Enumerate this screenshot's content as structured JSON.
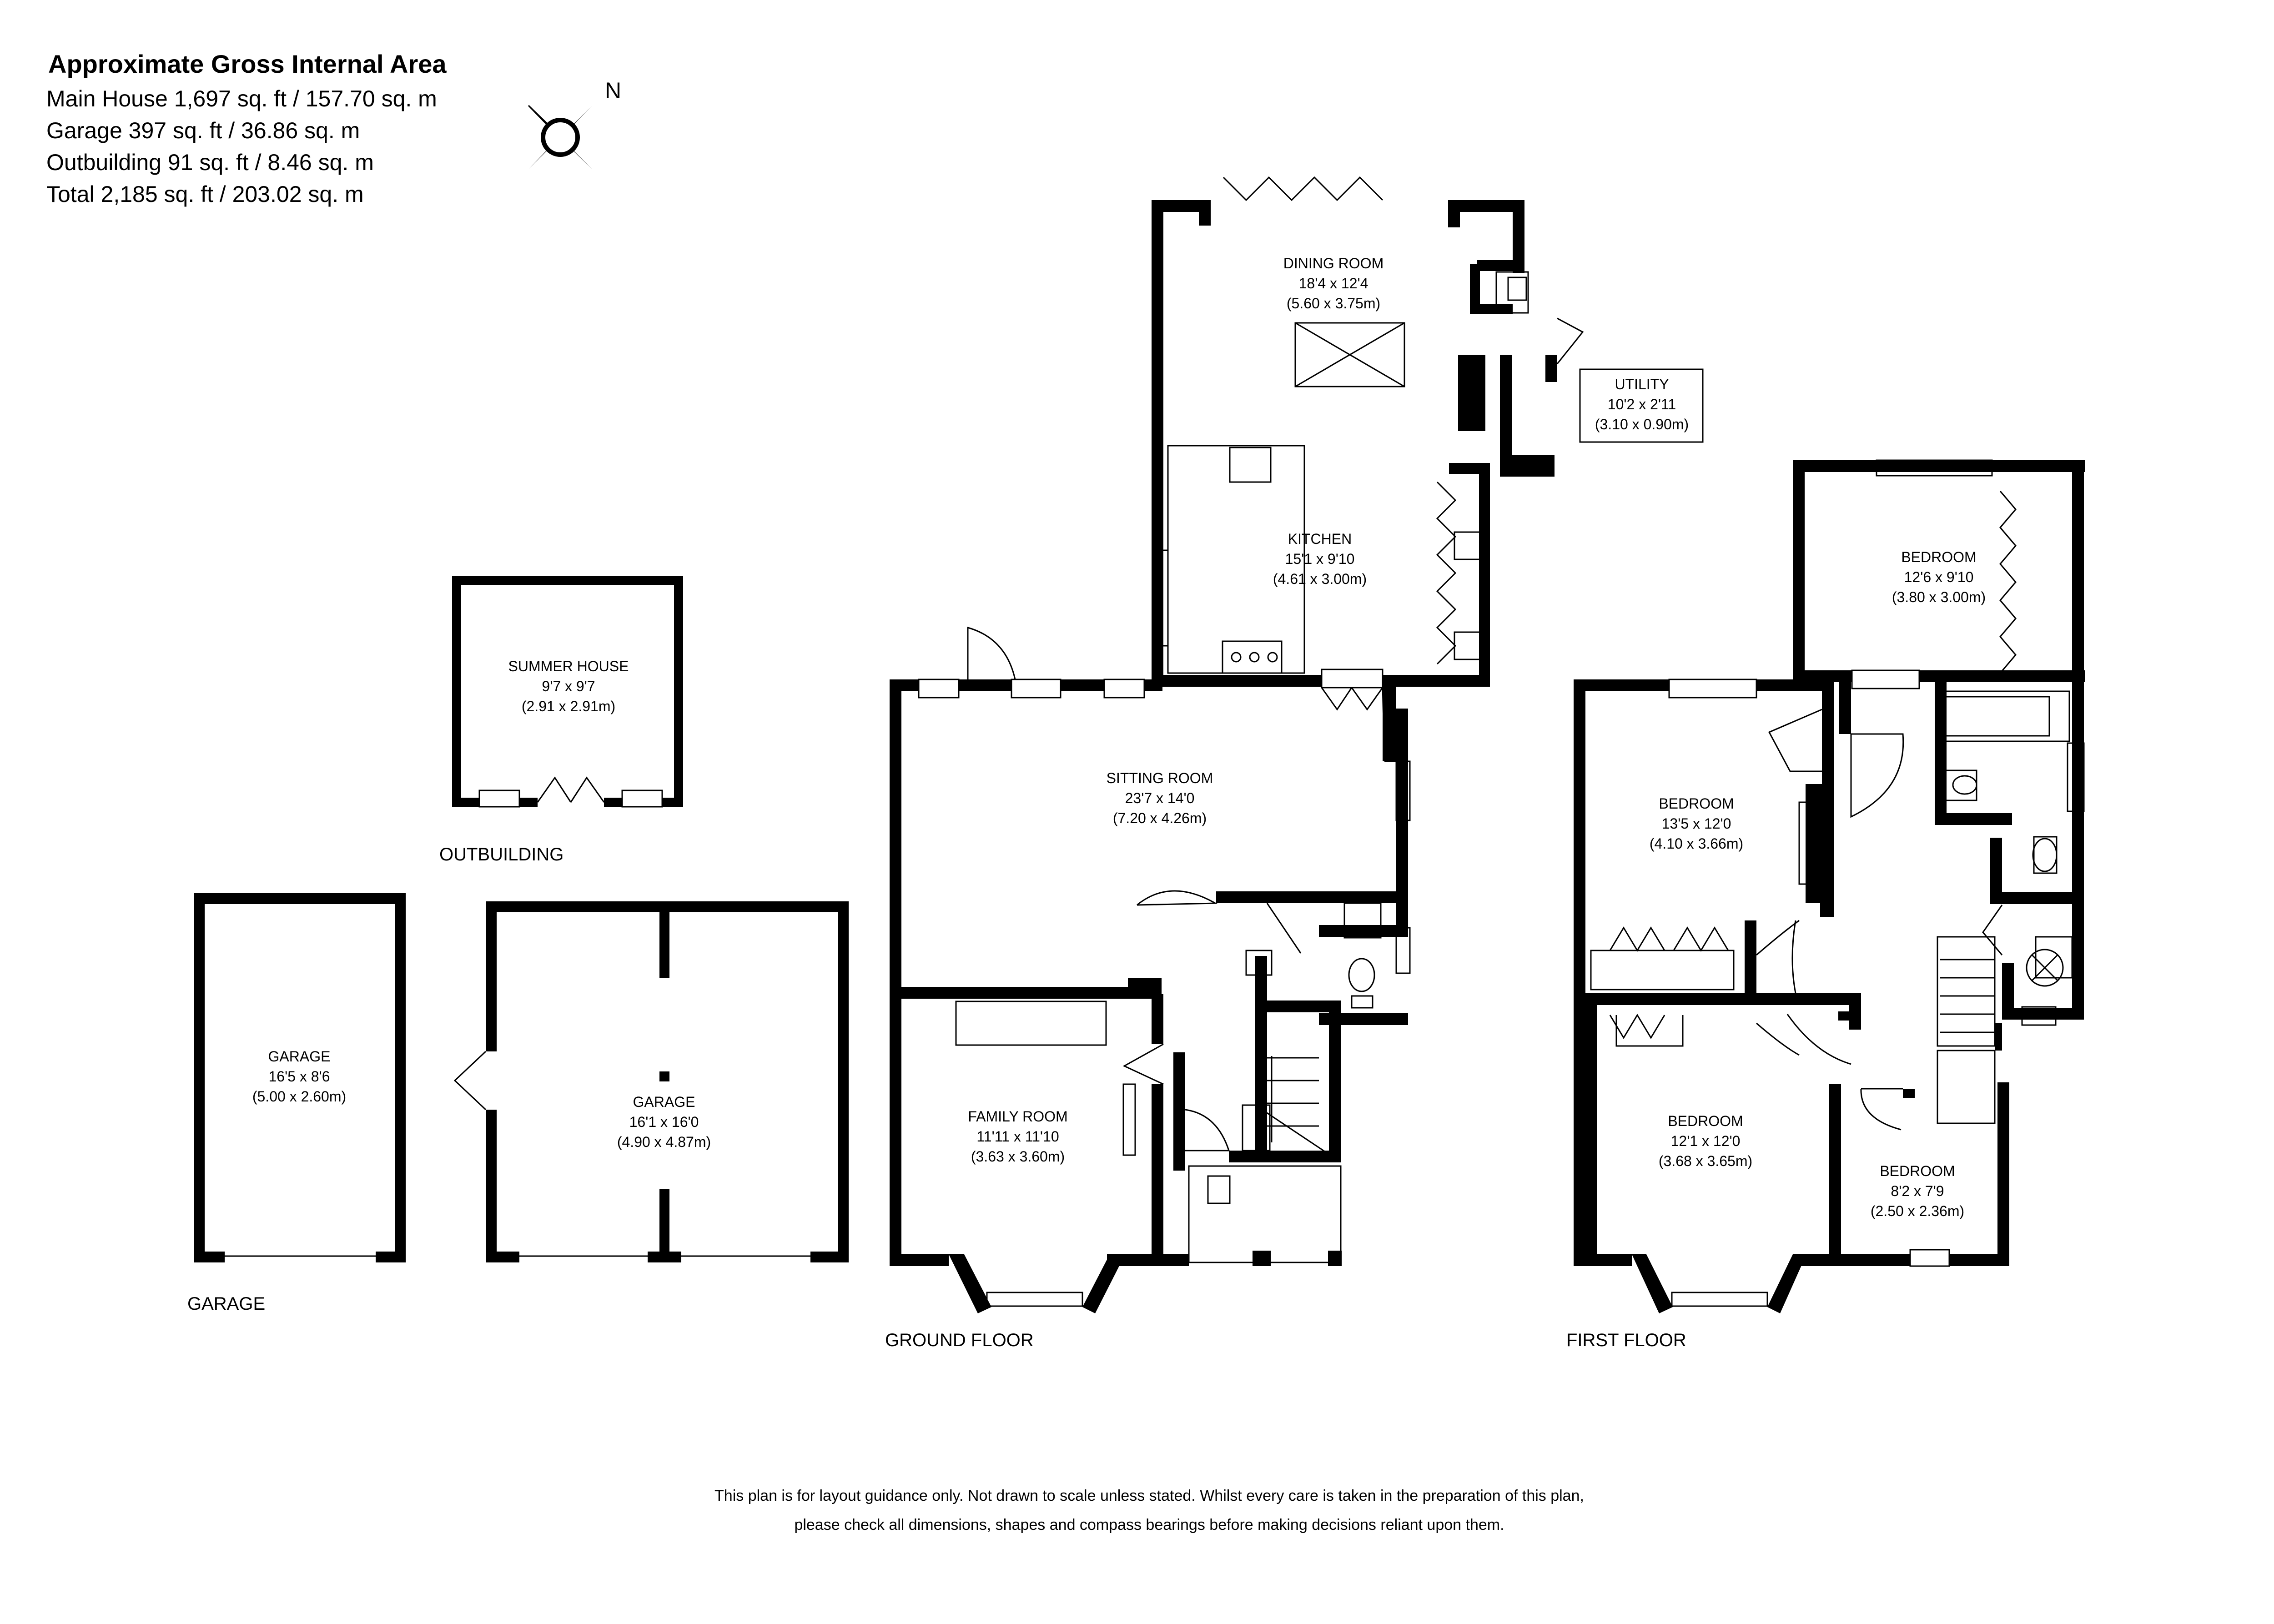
{
  "area_summary": {
    "title": "Approximate Gross Internal Area",
    "lines": [
      "Main House 1,697 sq. ft / 157.70 sq. m",
      "Garage 397 sq. ft / 36.86 sq. m",
      "Outbuilding 91 sq. ft / 8.46 sq. m",
      "Total 2,185 sq. ft / 203.02 sq. m"
    ]
  },
  "compass": {
    "label": "N",
    "icon": "compass-rose-icon"
  },
  "plans": {
    "outbuilding": "OUTBUILDING",
    "garage": "GARAGE",
    "ground_floor": "GROUND FLOOR",
    "first_floor": "FIRST FLOOR"
  },
  "rooms": {
    "summer_house": {
      "name": "SUMMER HOUSE",
      "size": "9'7 x 9'7",
      "metric": "(2.91 x 2.91m)"
    },
    "garage_single": {
      "name": "GARAGE",
      "size": "16'5 x 8'6",
      "metric": "(5.00 x 2.60m)"
    },
    "garage_double": {
      "name": "GARAGE",
      "size": "16'1 x 16'0",
      "metric": "(4.90 x 4.87m)"
    },
    "dining_room": {
      "name": "DINING ROOM",
      "size": "18'4 x 12'4",
      "metric": "(5.60 x 3.75m)"
    },
    "utility": {
      "name": "UTILITY",
      "size": "10'2 x 2'11",
      "metric": "(3.10 x 0.90m)"
    },
    "kitchen": {
      "name": "KITCHEN",
      "size": "15'1 x 9'10",
      "metric": "(4.61 x 3.00m)"
    },
    "sitting_room": {
      "name": "SITTING ROOM",
      "size": "23'7 x 14'0",
      "metric": "(7.20 x 4.26m)"
    },
    "family_room": {
      "name": "FAMILY ROOM",
      "size": "11'11 x 11'10",
      "metric": "(3.63 x 3.60m)"
    },
    "bedroom_1": {
      "name": "BEDROOM",
      "size": "12'6 x 9'10",
      "metric": "(3.80 x 3.00m)"
    },
    "bedroom_2": {
      "name": "BEDROOM",
      "size": "13'5 x 12'0",
      "metric": "(4.10 x 3.66m)"
    },
    "bedroom_3": {
      "name": "BEDROOM",
      "size": "12'1 x 12'0",
      "metric": "(3.68 x 3.65m)"
    },
    "bedroom_4": {
      "name": "BEDROOM",
      "size": "8'2 x 7'9",
      "metric": "(2.50 x 2.36m)"
    }
  },
  "disclaimer": [
    "This plan is for layout guidance only.  Not drawn to scale unless stated. Whilst every care is taken in the preparation of this plan,",
    "please check all dimensions, shapes and compass bearings before making decisions reliant upon them."
  ]
}
